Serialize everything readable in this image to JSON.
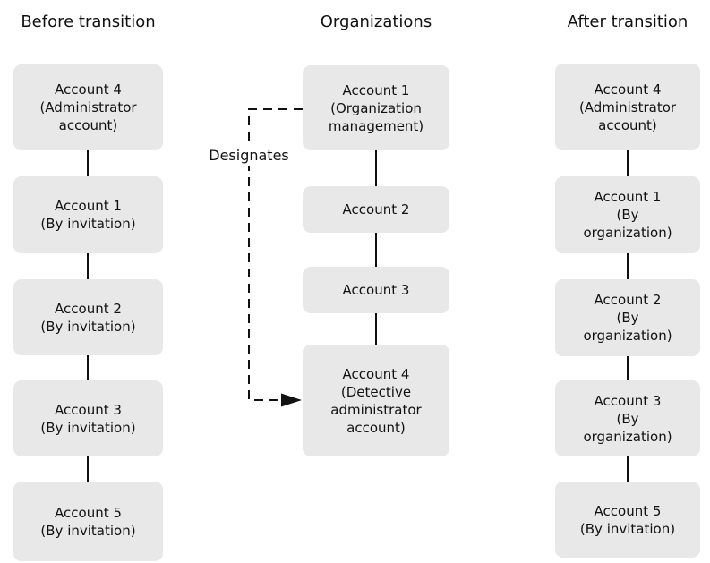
{
  "diagram": {
    "columns": [
      {
        "title": "Before transition",
        "boxes": [
          {
            "label": "Account 4\n(Administrator\naccount)"
          },
          {
            "label": "Account 1\n(By invitation)"
          },
          {
            "label": "Account 2\n(By invitation)"
          },
          {
            "label": "Account 3\n(By invitation)"
          },
          {
            "label": "Account 5\n(By invitation)"
          }
        ]
      },
      {
        "title": "Organizations",
        "boxes": [
          {
            "label": "Account 1\n(Organization\nmanagement)"
          },
          {
            "label": "Account 2"
          },
          {
            "label": "Account 3"
          },
          {
            "label": "Account 4\n(Detective\nadministrator\naccount)"
          }
        ]
      },
      {
        "title": "After transition",
        "boxes": [
          {
            "label": "Account 4\n(Administrator\naccount)"
          },
          {
            "label": "Account 1\n(By\norganization)"
          },
          {
            "label": "Account 2\n(By\norganization)"
          },
          {
            "label": "Account 3\n(By\norganization)"
          },
          {
            "label": "Account 5\n(By invitation)"
          }
        ]
      }
    ],
    "arrow": {
      "label": "Designates"
    },
    "colors": {
      "box_fill": "#e8e8e8",
      "line": "#111111",
      "text": "#111111",
      "background": "#ffffff"
    }
  }
}
